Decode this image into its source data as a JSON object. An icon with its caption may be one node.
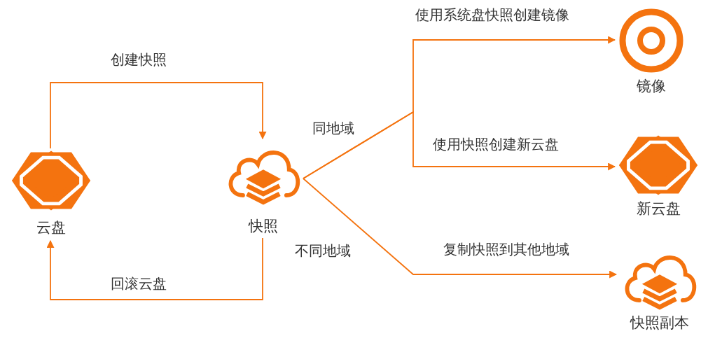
{
  "diagram": {
    "nodes": [
      {
        "text": [
          "云盘"
        ]
      },
      {
        "text": [
          "快照"
        ]
      },
      {
        "text": [
          "镜像"
        ]
      },
      {
        "text": [
          "新云盘"
        ]
      },
      {
        "text": [
          "快照副本"
        ]
      }
    ],
    "edges": [
      {
        "from": 0,
        "to": 1,
        "arrow": "to",
        "label": "创建快照"
      },
      {
        "from": 1,
        "to": 0,
        "arrow": "to",
        "label": "回滚云盘"
      },
      {
        "from": 1,
        "to": 2,
        "arrow": "to",
        "label": "使用系统盘快照创建镜像"
      },
      {
        "from": 1,
        "to": 3,
        "arrow": "to",
        "label": "使用快照创建新云盘"
      },
      {
        "from": 1,
        "to": 4,
        "arrow": "to",
        "label": "复制快照到其他地域"
      }
    ],
    "labels": [
      "同地域",
      "不同地域"
    ]
  }
}
